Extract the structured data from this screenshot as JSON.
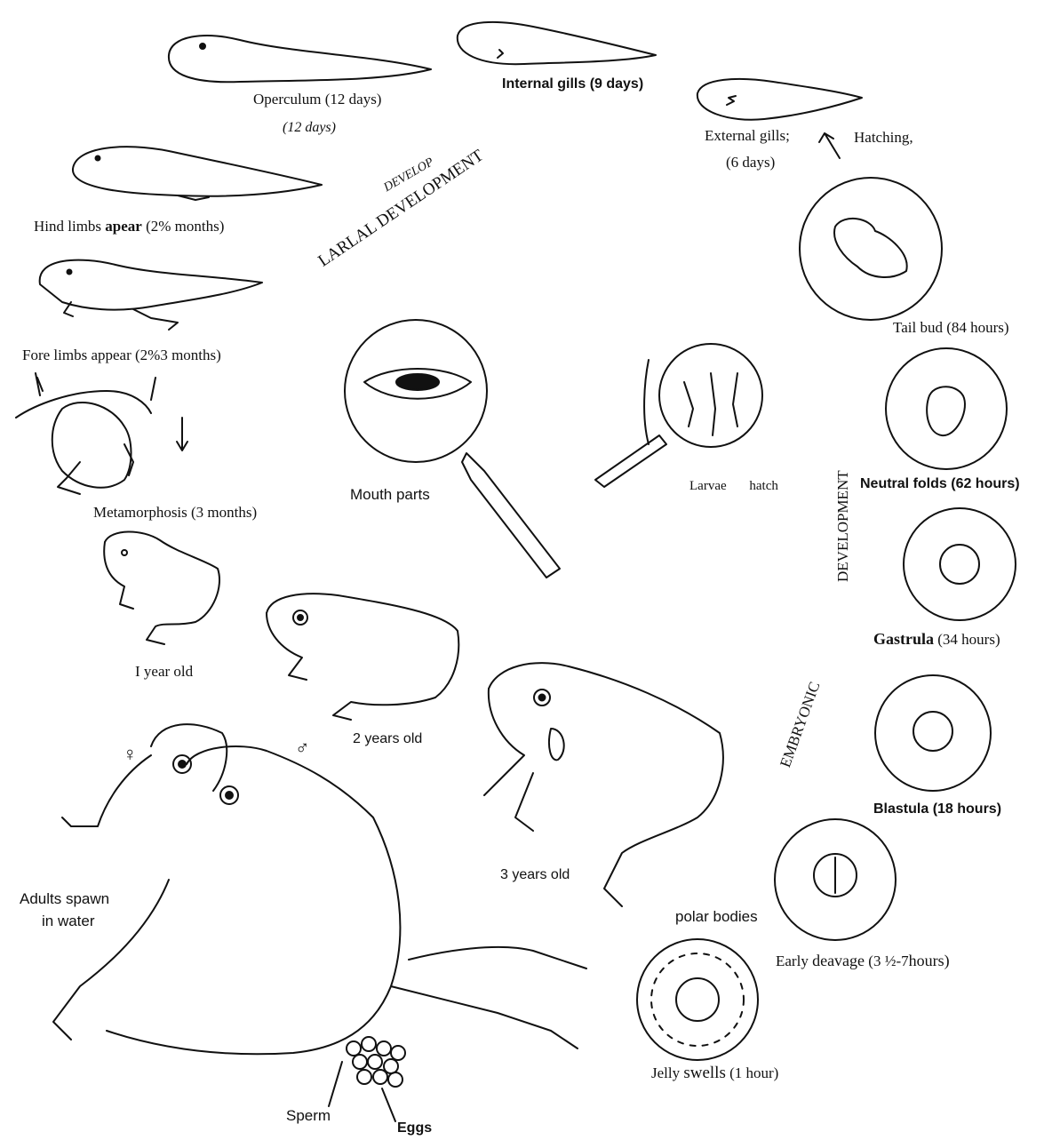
{
  "section_labels": {
    "larval": "LARLAL DEVELOPMENT",
    "larval_handwritten": "DEVELOP",
    "embryonic": "EMBRYONIC",
    "development": "DEVELOPMENT"
  },
  "stages": {
    "operculum": {
      "name": "Operculum",
      "time": "(12 days)",
      "handwritten": "(12 days)"
    },
    "internal_gills": "Internal gills (9 days)",
    "external_gills": {
      "line1": "External gills;",
      "line2": "Hatching,",
      "line3": "(6 days)"
    },
    "hind_limbs": {
      "prefix": "Hind limbs",
      "word": "apear",
      "suffix": "(2% months)"
    },
    "fore_limbs": "Fore limbs appear (2%3 months)",
    "metamorphosis": "Metamorphosis (3 months)",
    "one_year": "I year old",
    "two_years": "2 years old",
    "three_years": "3 years old",
    "tail_bud": "Tail bud (84 hours)",
    "neural_folds": "Neutral folds (62 hours)",
    "gastrula": {
      "name": "Gastrula",
      "time": "(34 hours)"
    },
    "blastula": "Blastula (18 hours)",
    "early_cleavage": {
      "prefix": "Early",
      "word": "deavage",
      "time": "(3 ½-7",
      "unit": "hours)"
    },
    "polar_bodies": "polar bodies",
    "jelly_swells": {
      "prefix": "Jelly",
      "word": "swells",
      "time": "(1 hour)"
    },
    "adults_spawn": {
      "line1": "Adults spawn",
      "line2": "in water"
    },
    "sperm": "Sperm",
    "eggs": "Eggs",
    "mouth_parts": "Mouth parts",
    "larvae_hatch": "Larvae hatch"
  },
  "symbols": {
    "female": "♀",
    "male": "♂"
  }
}
